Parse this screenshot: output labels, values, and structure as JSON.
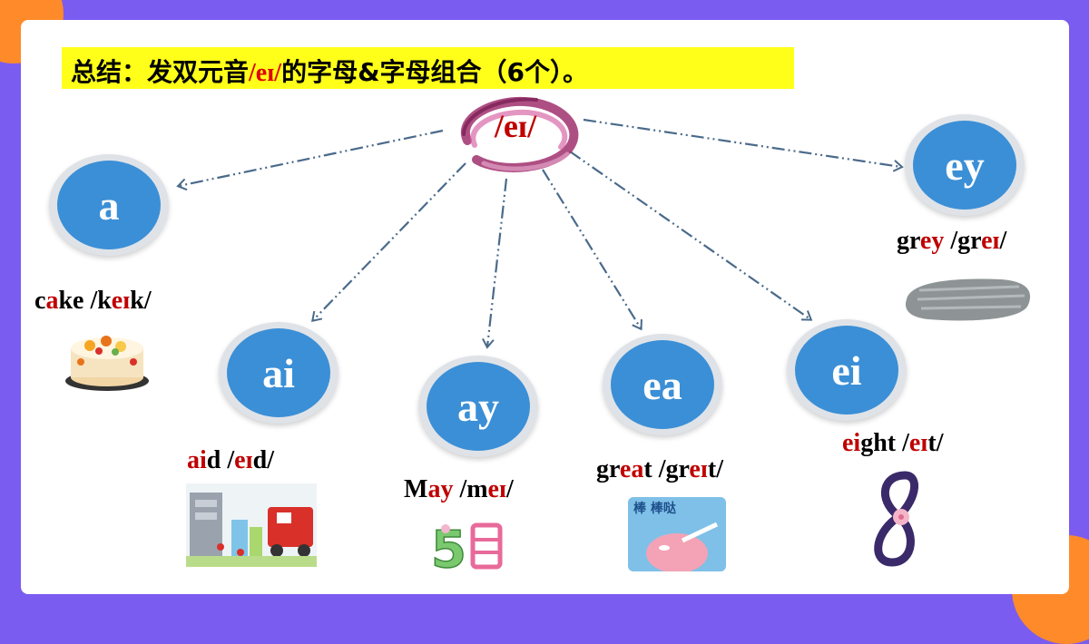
{
  "title": {
    "prefix": "总结：发双元音",
    "phoneme": "/eɪ/",
    "suffix": "的字母&字母组合（6个）。"
  },
  "center_label": "/eɪ/",
  "groups": [
    {
      "letters": "a",
      "word_pre": "c",
      "word_hl": "a",
      "word_post": "ke",
      "ph_pre": "/k",
      "ph_hl": "eɪ",
      "ph_post": "k/",
      "picture": "cake"
    },
    {
      "letters": "ai",
      "word_pre": "",
      "word_hl": "ai",
      "word_post": "d",
      "ph_pre": "/",
      "ph_hl": "eɪ",
      "ph_post": "d/",
      "picture": "fire-truck-aid"
    },
    {
      "letters": "ay",
      "word_pre": "M",
      "word_hl": "ay",
      "word_post": "",
      "ph_pre": "/m",
      "ph_hl": "eɪ",
      "ph_post": "/",
      "picture": "may-5"
    },
    {
      "letters": "ea",
      "word_pre": "gr",
      "word_hl": "ea",
      "word_post": "t",
      "ph_pre": "/gr",
      "ph_hl": "eɪ",
      "ph_post": "t/",
      "picture": "great-sticker",
      "picture_text": "棒 棒哒"
    },
    {
      "letters": "ei",
      "word_pre": "",
      "word_hl": "ei",
      "word_post": "ght",
      "ph_pre": "/",
      "ph_hl": "eɪ",
      "ph_post": "t/",
      "picture": "number-eight"
    },
    {
      "letters": "ey",
      "word_pre": "gr",
      "word_hl": "ey",
      "word_post": "",
      "ph_pre": "/gr",
      "ph_hl": "eɪ",
      "ph_post": "/",
      "picture": "grey-paint"
    }
  ],
  "colors": {
    "background": "#7b5cf0",
    "accent": "#ff8a2a",
    "title_bg": "#ffff1a",
    "highlight": "#c00000",
    "bubble": "#3b8fd6",
    "arrow": "#4a6a8a"
  }
}
